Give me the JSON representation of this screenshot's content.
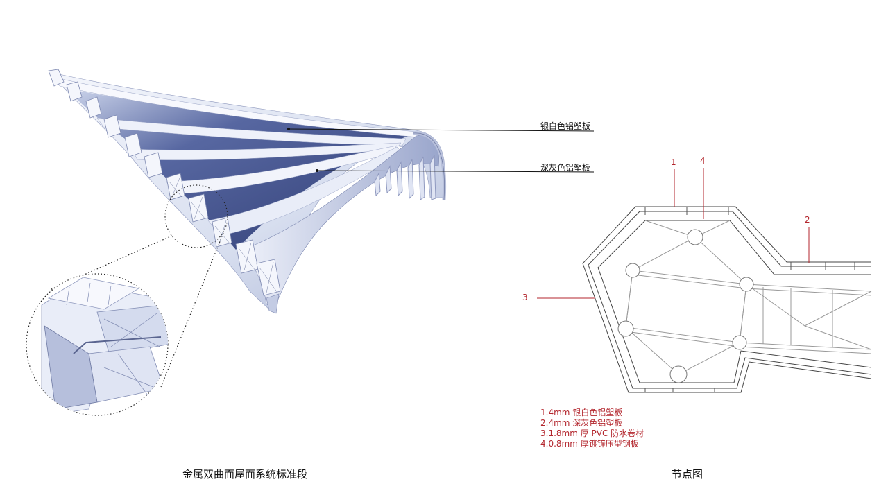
{
  "left_panel": {
    "callouts": [
      "银白色铝塑板",
      "深灰色铝塑板"
    ],
    "caption": "金属双曲面屋面系统标准段"
  },
  "right_panel": {
    "numbers": [
      "1",
      "4",
      "2",
      "3"
    ],
    "legend": [
      "1.4mm 银白色铝塑板",
      "2.4mm 深灰色铝塑板",
      "3.1.8mm 厚 PVC 防水卷材",
      "4.0.8mm 厚镀锌压型钢板"
    ],
    "caption": "节点图"
  },
  "colors": {
    "annotation_red": "#b3262d",
    "panel_silver": "#dde3f2",
    "panel_dark": "#3a4a86"
  }
}
